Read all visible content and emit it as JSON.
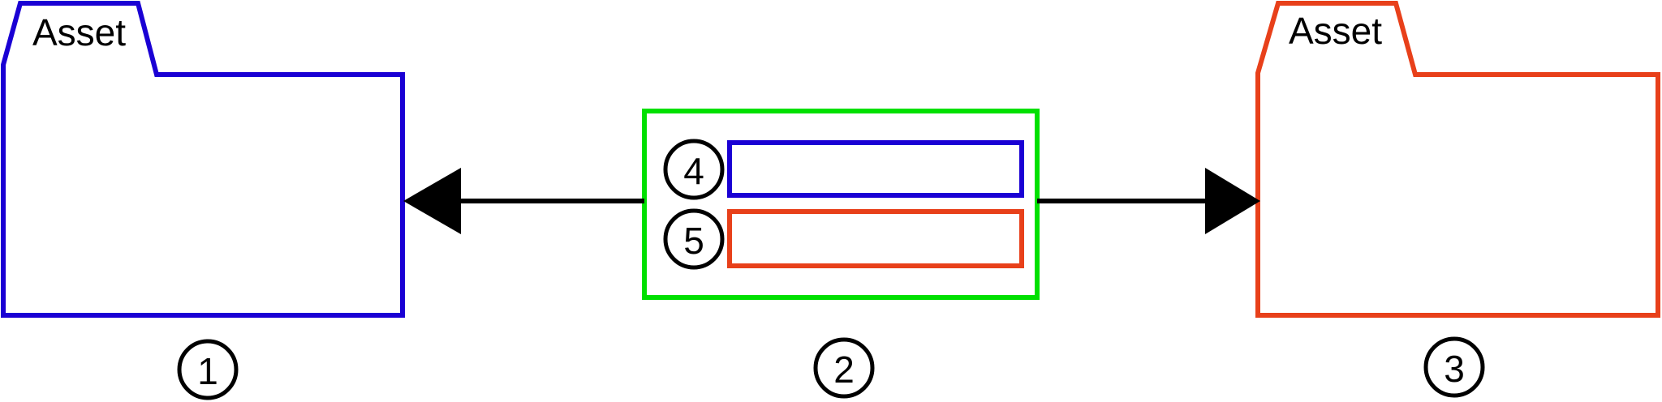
{
  "diagram": {
    "title": "Asset transfer between two asset folders via a transaction group",
    "background": "#ffffff",
    "colors": {
      "blue": "#1A00D4",
      "red": "#E8401A",
      "green": "#00E000",
      "black": "#000000",
      "white": "#ffffff"
    },
    "nodes": {
      "left_folder": {
        "label": "Asset",
        "color": "#1A00D4",
        "marker": "1"
      },
      "right_folder": {
        "label": "Asset",
        "color": "#E8401A",
        "marker": "3"
      },
      "group": {
        "color": "#00E000",
        "marker": "2",
        "slots": [
          {
            "marker": "4",
            "color": "#1A00D4",
            "label": ""
          },
          {
            "marker": "5",
            "color": "#E8401A",
            "label": ""
          }
        ]
      }
    },
    "markers": [
      {
        "id": "marker-1",
        "number": "1"
      },
      {
        "id": "marker-2",
        "number": "2"
      },
      {
        "id": "marker-3",
        "number": "3"
      },
      {
        "id": "marker-4",
        "number": "4"
      },
      {
        "id": "marker-5",
        "number": "5"
      }
    ],
    "connectors": [
      {
        "id": "arrow-left",
        "direction": "left",
        "from": "group",
        "to": "left_folder",
        "color": "#000000"
      },
      {
        "id": "arrow-right",
        "direction": "right",
        "from": "group",
        "to": "right_folder",
        "color": "#000000"
      }
    ]
  }
}
